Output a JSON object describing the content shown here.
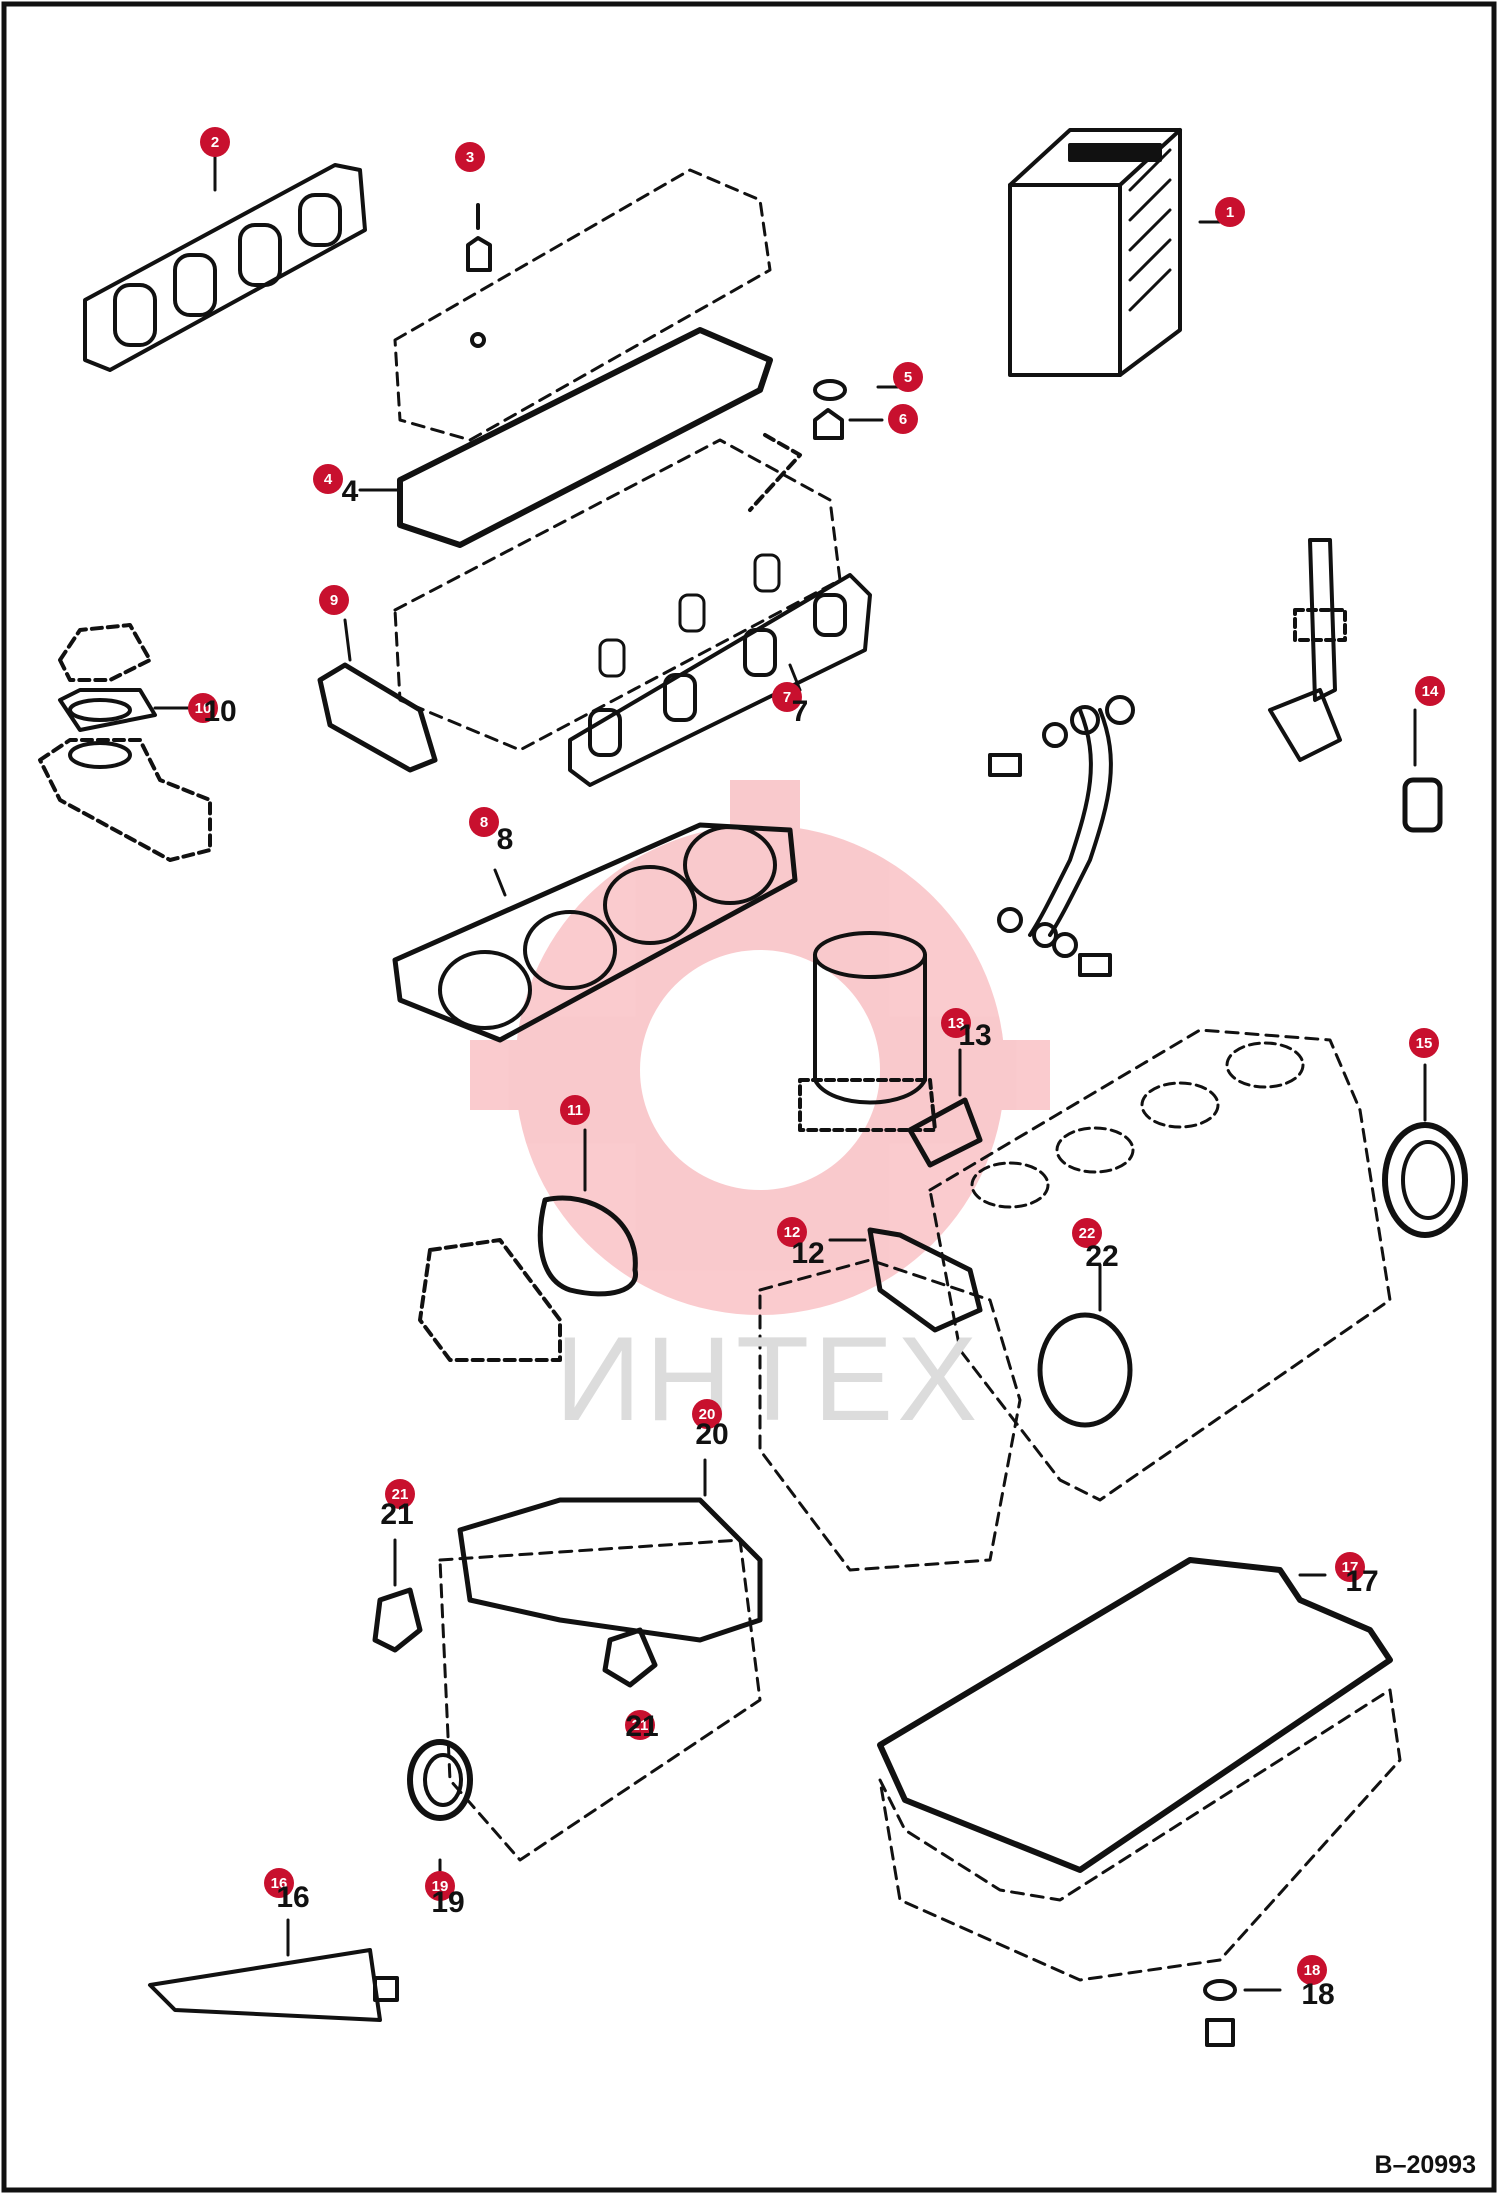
{
  "drawing_code": "B–20993",
  "watermark": "ИНТЕХ",
  "callout_color": "#c8102e",
  "callouts": [
    {
      "num": "1"
    },
    {
      "num": "2"
    },
    {
      "num": "3"
    },
    {
      "num": "4"
    },
    {
      "num": "5"
    },
    {
      "num": "6"
    },
    {
      "num": "7"
    },
    {
      "num": "8"
    },
    {
      "num": "9"
    },
    {
      "num": "10"
    },
    {
      "num": "11"
    },
    {
      "num": "12"
    },
    {
      "num": "13"
    },
    {
      "num": "14"
    },
    {
      "num": "15"
    },
    {
      "num": "16"
    },
    {
      "num": "17"
    },
    {
      "num": "18"
    },
    {
      "num": "19"
    },
    {
      "num": "20"
    },
    {
      "num": "21"
    },
    {
      "num": "21"
    },
    {
      "num": "22"
    }
  ],
  "printed_labels": [
    {
      "text": "4"
    },
    {
      "text": "7"
    },
    {
      "text": "8"
    },
    {
      "text": "10"
    },
    {
      "text": "12"
    },
    {
      "text": "13"
    },
    {
      "text": "16"
    },
    {
      "text": "17"
    },
    {
      "text": "18"
    },
    {
      "text": "19"
    },
    {
      "text": "20"
    },
    {
      "text": "21"
    },
    {
      "text": "21"
    },
    {
      "text": "22"
    }
  ]
}
